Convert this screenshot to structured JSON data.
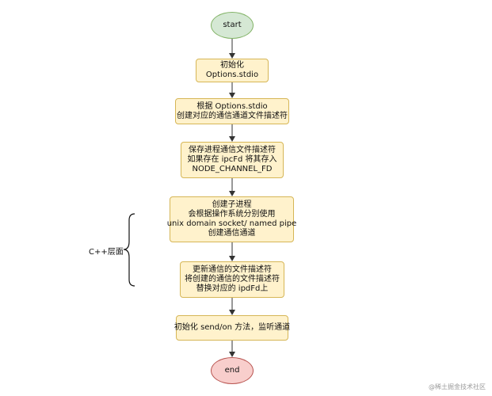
{
  "diagram": {
    "nodes": [
      {
        "id": "start",
        "lines": [
          "start"
        ]
      },
      {
        "id": "init-options",
        "lines": [
          "初始化",
          "Options.stdio"
        ]
      },
      {
        "id": "create-fd",
        "lines": [
          "根据 Options.stdio",
          "创建对应的通信通道文件描述符"
        ]
      },
      {
        "id": "save-fd",
        "lines": [
          "保存进程通信文件描述符",
          "如果存在 ipcFd 将其存入",
          "NODE_CHANNEL_FD"
        ]
      },
      {
        "id": "create-child",
        "lines": [
          "创建子进程",
          "会根据操作系统分别使用",
          "unix domain socket/ named pipe",
          "创建通信通道"
        ]
      },
      {
        "id": "update-fd",
        "lines": [
          "更新通信的文件描述符",
          "将创建的通信的文件描述符",
          "替换对应的 ipdFd上"
        ]
      },
      {
        "id": "init-send",
        "lines": [
          "初始化 send/on 方法，监听通道"
        ]
      },
      {
        "id": "end",
        "lines": [
          "end"
        ]
      }
    ],
    "side_label": "C++层面",
    "watermark": "@稀土掘金技术社区"
  },
  "colors": {
    "process_fill": "#fff2cc",
    "process_stroke": "#d6b656",
    "start_fill": "#d5e8d4",
    "start_stroke": "#82b366",
    "end_fill": "#f8cecc",
    "end_stroke": "#b85450",
    "edge": "#333333"
  }
}
